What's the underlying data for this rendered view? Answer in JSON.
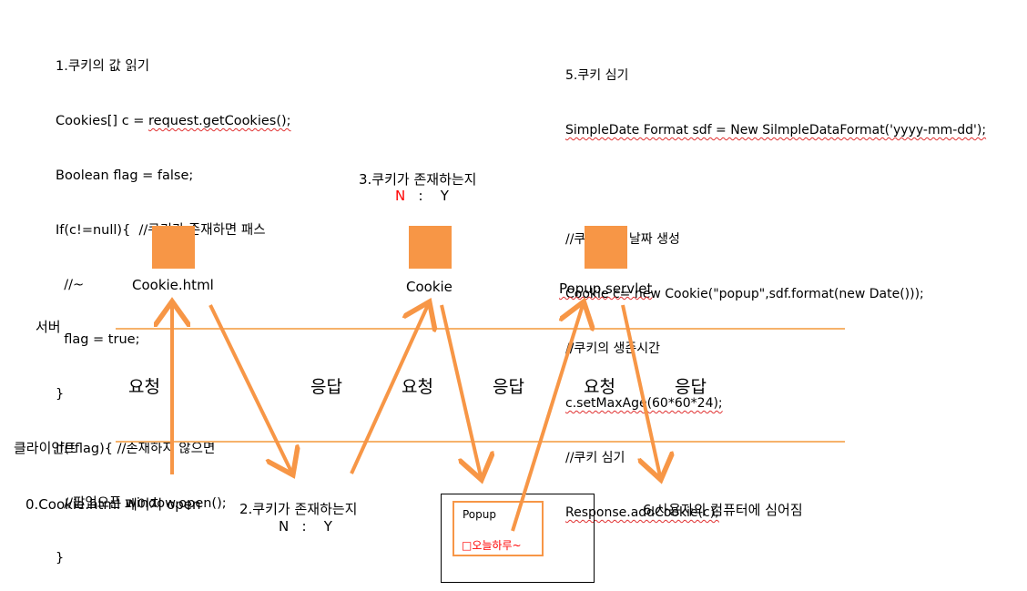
{
  "code_read": [
    "1.쿠키의 값 읽기",
    "Cookies[] c = request.getCookies();",
    "Boolean flag = false;",
    "If(c!=null){  //쿠키가 존재하면 패스",
    "  //~",
    "  flag = true;",
    "}",
    "If(!flag){ //존재하지 않으면",
    "  //팝업오픈 window.open();",
    "}"
  ],
  "code_set": [
    "5.쿠키 심기",
    "SimpleDate Format sdf = New SilmpleDataFormat('yyyy-mm-dd');",
    "",
    "//쿠키 현재 날짜 생성",
    "Cookie c= new Cookie(\"popup\",sdf.format(new Date()));",
    "//쿠키의 생존시간",
    "c.setMaxAge(60*60*24);",
    "//쿠키 심기",
    "Response.addCookie(c);"
  ],
  "step3": {
    "title": "3.쿠키가 존재하는지",
    "n": "N",
    "sep": ":",
    "y": "Y"
  },
  "nodes": {
    "cookie_html": "Cookie.html",
    "cookie": "Cookie",
    "popup_servlet": "Popup.servlet"
  },
  "lanes": {
    "server": "서버",
    "client": "클라이언트"
  },
  "flows": {
    "req1": "요청",
    "res1": "응답",
    "req2": "요청",
    "res2": "응답",
    "req3": "요청",
    "res3": "응답"
  },
  "step0": "0.Cookie.html 페이지 open",
  "step2": {
    "title": "2.쿠키가 존재하는지",
    "n": "N",
    "sep": ":",
    "y": "Y"
  },
  "popup": {
    "title": "Popup",
    "checkbox": "□오늘하루~"
  },
  "step6": "6.사용자의 컴퓨터에 심어짐",
  "colors": {
    "accent": "#f79646",
    "line": "#f6b26b",
    "red": "#ff0000"
  }
}
